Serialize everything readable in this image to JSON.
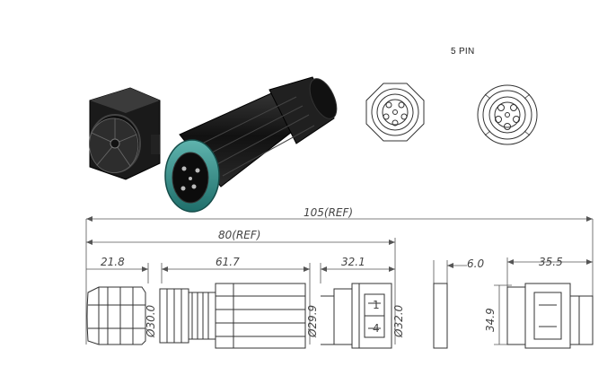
{
  "title": "5 PIN",
  "dimensions": {
    "overall_length": "105(REF)",
    "body_length": "80(REF)",
    "cable_gland_length": "21.8",
    "plug_length": "61.7",
    "receptacle_length": "32.1",
    "flange_thickness": "6.0",
    "socket_width": "35.5",
    "cable_gland_diameter": "Ø30.0",
    "plug_diameter": "Ø29.9",
    "receptacle_diameter": "Ø32.0",
    "socket_height": "34.9"
  },
  "colors": {
    "line": "#333333",
    "connector_body": "#1c1c1c",
    "coupling_ring": "#2f8f8a"
  }
}
